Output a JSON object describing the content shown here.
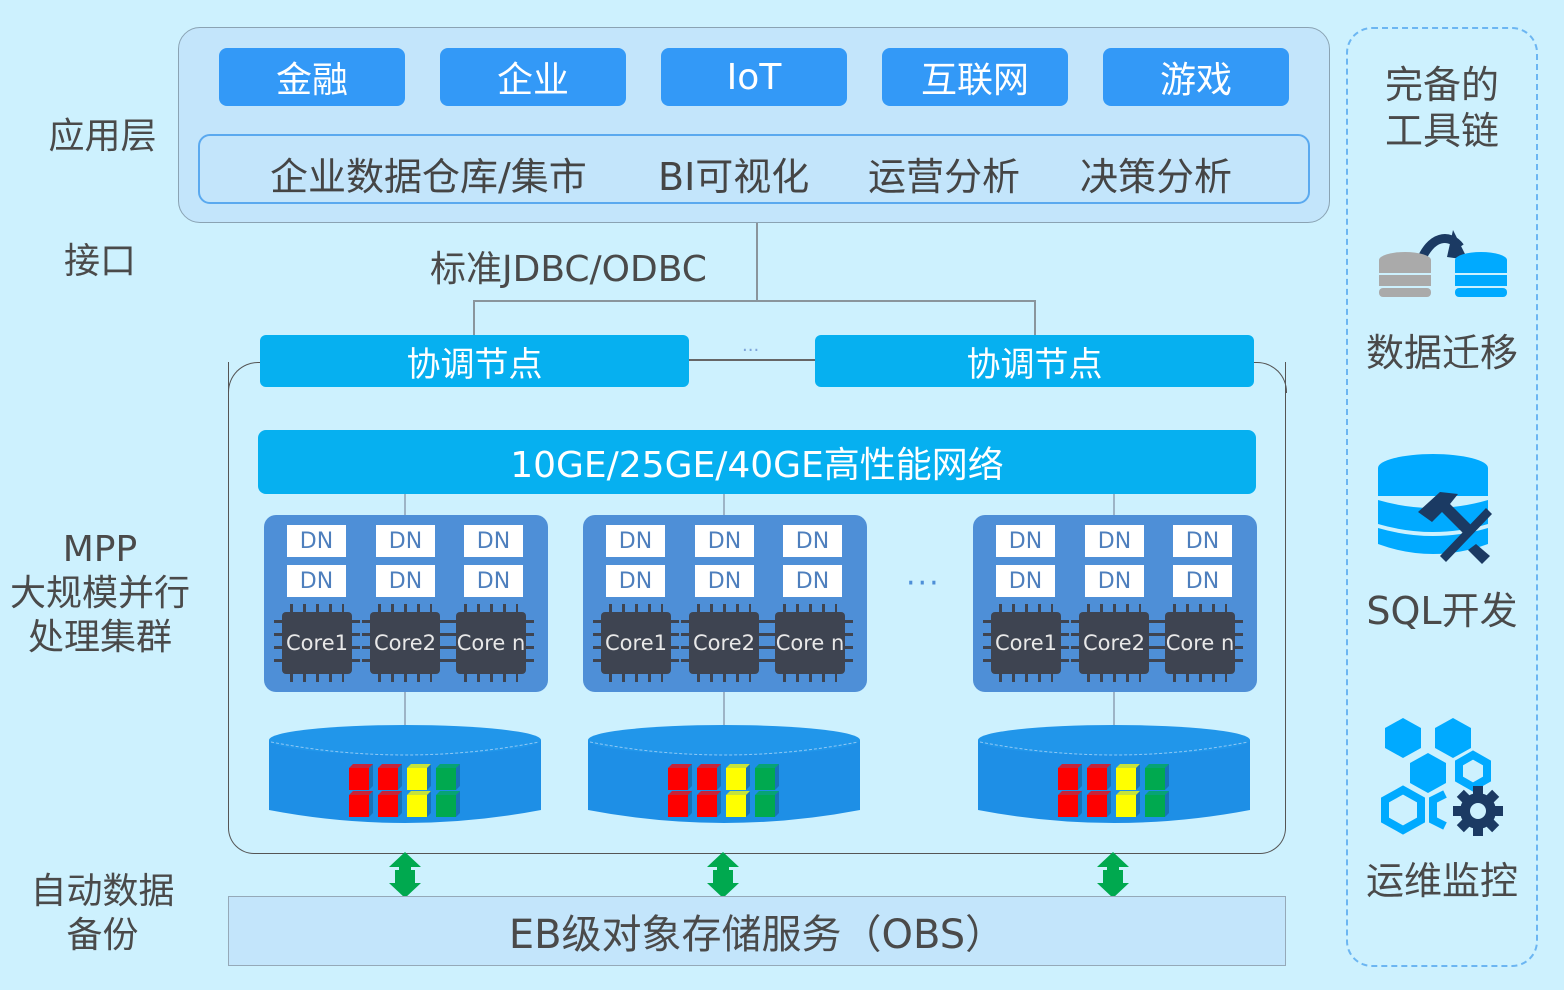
{
  "layers": {
    "application": "应用层",
    "interface": "接口",
    "mpp": [
      "MPP",
      "大规模并行",
      "处理集群"
    ],
    "backup": [
      "自动数据",
      "备份"
    ]
  },
  "application_layer": {
    "industries": [
      "金融",
      "企业",
      "IoT",
      "互联网",
      "游戏"
    ],
    "scenarios": [
      "企业数据仓库/集市",
      "BI可视化",
      "运营分析",
      "决策分析"
    ]
  },
  "interface": {
    "label": "标准JDBC/ODBC"
  },
  "cluster": {
    "coordinators": [
      "协调节点",
      "协调节点"
    ],
    "coordinator_ellipsis": "···",
    "network": "10GE/25GE/40GE高性能网络",
    "node_ellipsis": "···",
    "nodes": [
      {
        "dn": [
          "DN",
          "DN",
          "DN",
          "DN",
          "DN",
          "DN"
        ],
        "cores": [
          "Core1",
          "Core2",
          "Core n"
        ]
      },
      {
        "dn": [
          "DN",
          "DN",
          "DN",
          "DN",
          "DN",
          "DN"
        ],
        "cores": [
          "Core1",
          "Core2",
          "Core n"
        ]
      },
      {
        "dn": [
          "DN",
          "DN",
          "DN",
          "DN",
          "DN",
          "DN"
        ],
        "cores": [
          "Core1",
          "Core2",
          "Core n"
        ]
      }
    ],
    "block_colors": [
      "#ff0000",
      "#ff0000",
      "#ffff00",
      "#00a94f"
    ]
  },
  "storage": {
    "label": "EB级对象存储服务（OBS）"
  },
  "toolchain": {
    "title": [
      "完备的",
      "工具链"
    ],
    "tools": [
      {
        "label": "数据迁移",
        "icon": "data-migration-icon"
      },
      {
        "label": "SQL开发",
        "icon": "sql-development-icon"
      },
      {
        "label": "运维监控",
        "icon": "ops-monitoring-icon"
      }
    ]
  },
  "colors": {
    "background": "#cdf1fe",
    "industry_button": "#3399f7",
    "coordinator": "#06b0f0",
    "node": "#4e8fd7",
    "core": "#3e4451",
    "arrow": "#00a94f",
    "tool_blue": "#00aaff",
    "tool_dark": "#1b3a63"
  }
}
